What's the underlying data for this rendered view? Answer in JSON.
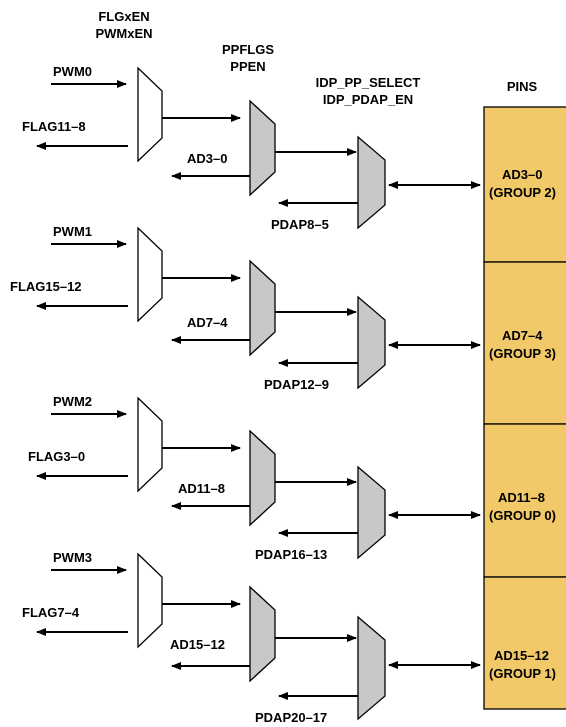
{
  "headers": {
    "mux1_line1": "FLGxEN",
    "mux1_line2": "PWMxEN",
    "mux2_line1": "PPFLGS",
    "mux2_line2": "PPEN",
    "mux3_line1": "IDP_PP_SELECT",
    "mux3_line2": "IDP_PDAP_EN",
    "pins": "PINS"
  },
  "groups": [
    {
      "pwm": "PWM0",
      "flag": "FLAG11–8",
      "ad": "AD3–0",
      "pdap": "PDAP8–5",
      "pin_line1": "AD3–0",
      "pin_line2": "(GROUP 2)"
    },
    {
      "pwm": "PWM1",
      "flag": "FLAG15–12",
      "ad": "AD7–4",
      "pdap": "PDAP12–9",
      "pin_line1": "AD7–4",
      "pin_line2": "(GROUP 3)"
    },
    {
      "pwm": "PWM2",
      "flag": "FLAG3–0",
      "ad": "AD11–8",
      "pdap": "PDAP16–13",
      "pin_line1": "AD11–8",
      "pin_line2": "(GROUP 0)"
    },
    {
      "pwm": "PWM3",
      "flag": "FLAG7–4",
      "ad": "AD15–12",
      "pdap": "PDAP20–17",
      "pin_line1": "AD15–12",
      "pin_line2": "(GROUP 1)"
    }
  ],
  "colors": {
    "pin_fill": "#f2c969",
    "mux_gray": "#c8c8c8"
  }
}
